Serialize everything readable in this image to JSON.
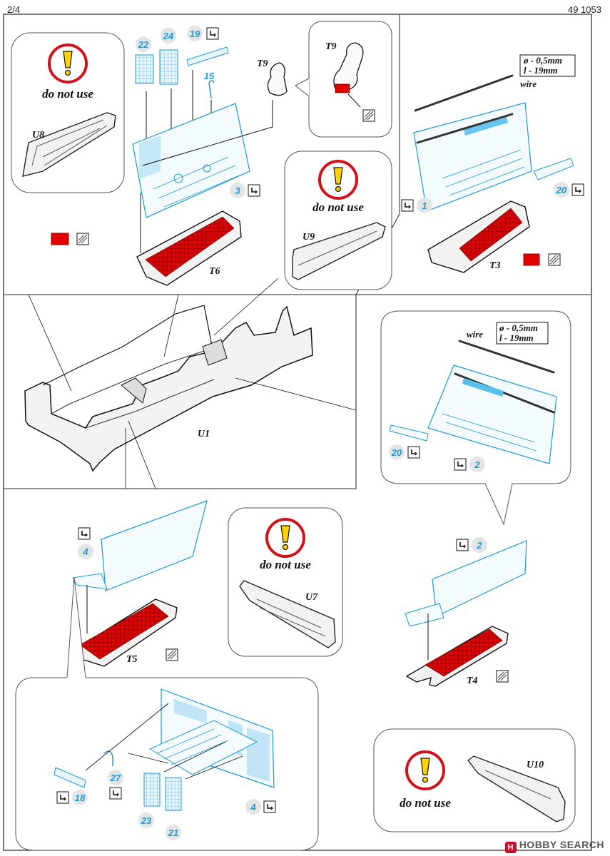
{
  "header": {
    "page": "2/4",
    "kit": "49 1053"
  },
  "warnings": [
    {
      "text": "do not use",
      "part": "U8"
    },
    {
      "text": "do not use",
      "part": "U9"
    },
    {
      "text": "do not use",
      "part": "U7"
    },
    {
      "text": "do not use",
      "part": "U10"
    }
  ],
  "parts": {
    "hull": "U1",
    "t6": "T6",
    "t3": "T3",
    "t5": "T5",
    "t4": "T4",
    "t9a": "T9",
    "t9b": "T9"
  },
  "pe_numbers": {
    "n22": "22",
    "n24": "24",
    "n19": "19",
    "n15": "15",
    "n3": "3",
    "n1": "1",
    "n20a": "20",
    "n20b": "20",
    "n2a": "2",
    "n2b": "2",
    "n4a": "4",
    "n4b": "4",
    "n18": "18",
    "n27": "27",
    "n23": "23",
    "n21": "21"
  },
  "wire": {
    "label": "wire",
    "diameter": "ø - 0,5mm",
    "length": "l - 19mm"
  },
  "colors": {
    "pe_blue": "#1b9ad6",
    "paint_red": "#e00000",
    "warn_red": "#d0131b",
    "warn_yellow": "#ffd400"
  },
  "watermark": "HOBBY SEARCH"
}
